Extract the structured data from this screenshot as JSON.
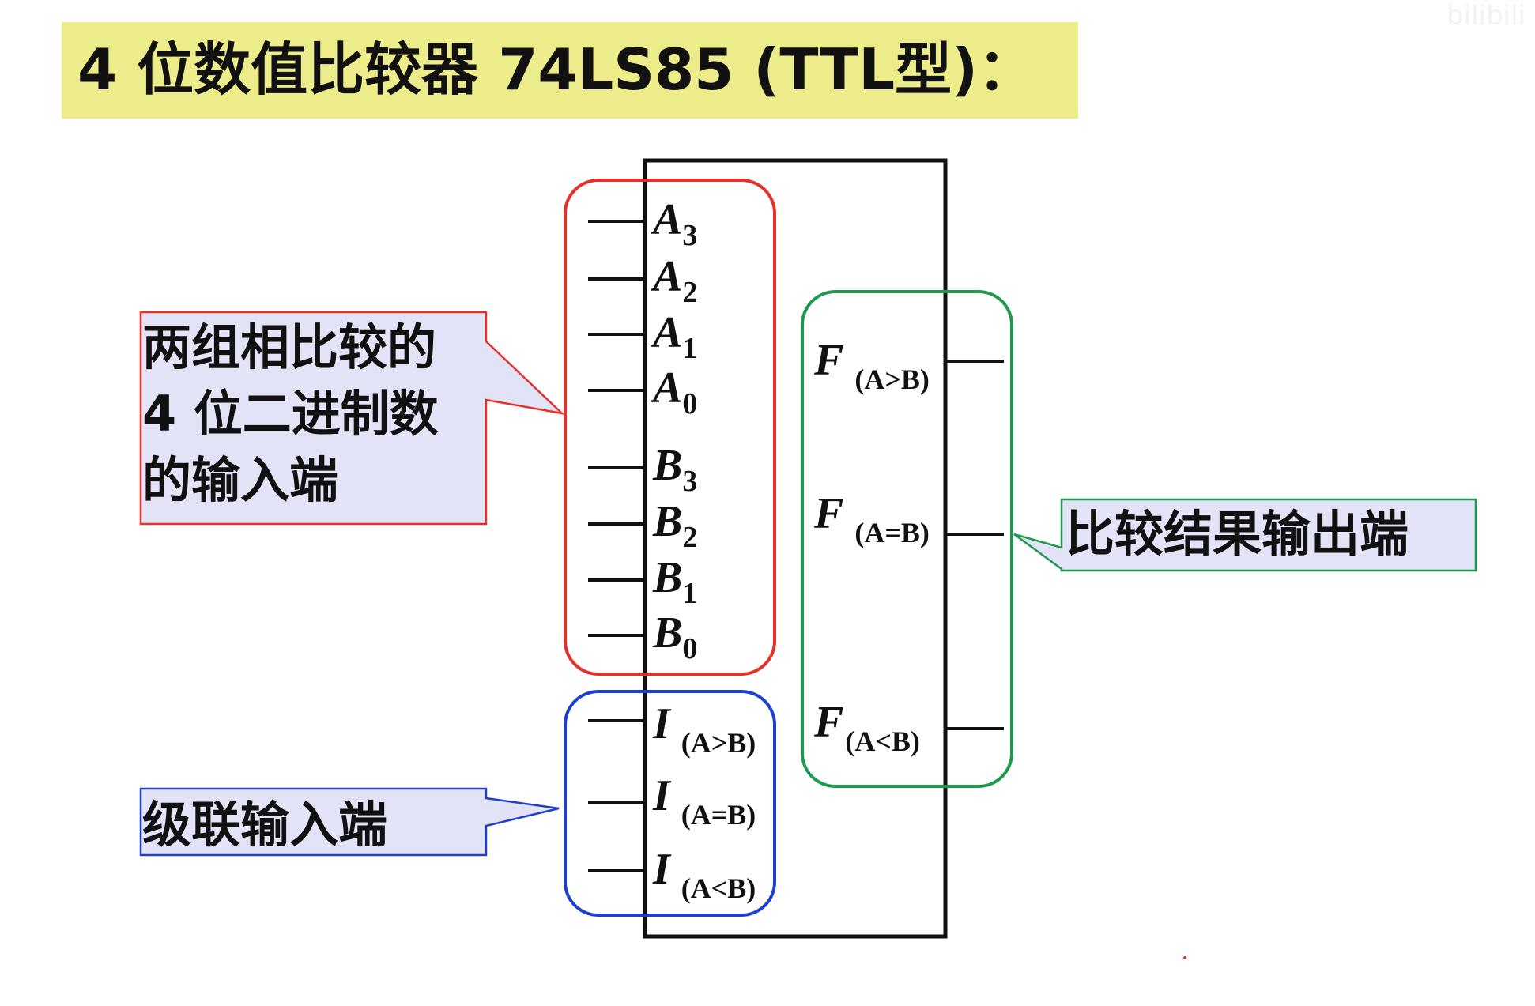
{
  "title": "4 位数值比较器 74LS85 (TTL型)：",
  "watermark": "bilibili",
  "callouts": {
    "inputs": {
      "lines": [
        "两组相比较的",
        "4 位二进制数",
        "的输入端"
      ]
    },
    "outputs": {
      "text": "比较结果输出端"
    },
    "cascade": {
      "text": "级联输入端"
    }
  },
  "data_inputs": [
    {
      "letter": "A",
      "sub": "3"
    },
    {
      "letter": "A",
      "sub": "2"
    },
    {
      "letter": "A",
      "sub": "1"
    },
    {
      "letter": "A",
      "sub": "0"
    },
    {
      "letter": "B",
      "sub": "3"
    },
    {
      "letter": "B",
      "sub": "2"
    },
    {
      "letter": "B",
      "sub": "1"
    },
    {
      "letter": "B",
      "sub": "0"
    }
  ],
  "cascade_inputs": [
    {
      "letter": "I",
      "sub": "(A>B)"
    },
    {
      "letter": "I",
      "sub": "(A=B)"
    },
    {
      "letter": "I",
      "sub": "(A<B)"
    }
  ],
  "outputs": [
    {
      "letter": "F",
      "sub": "(A>B)"
    },
    {
      "letter": "F",
      "sub": "(A=B)"
    },
    {
      "letter": "F",
      "sub": "(A<B)"
    }
  ],
  "colors": {
    "title_bg": "#ecec8a",
    "data_group": "#e8302a",
    "cascade_group": "#1f3fd0",
    "output_group": "#1e9a50",
    "callout_fill": "#e3e3f7"
  }
}
